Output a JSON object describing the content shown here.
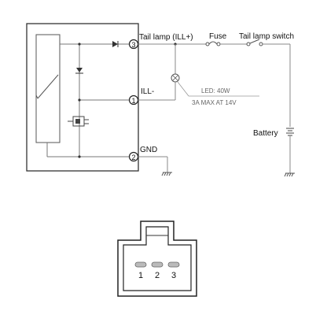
{
  "schematic": {
    "labels": {
      "tail_lamp_ill": "Tail lamp (ILL+)",
      "fuse": "Fuse",
      "tail_lamp_switch": "Tail lamp switch",
      "ill_minus": "ILL-",
      "led_rating": "LED: 40W",
      "led_current": "3A MAX AT 14V",
      "battery": "Battery",
      "gnd": "GND"
    },
    "terminals": {
      "t3": "3",
      "t1": "1",
      "t2": "2"
    }
  },
  "connector": {
    "pins": [
      "1",
      "2",
      "3"
    ]
  }
}
